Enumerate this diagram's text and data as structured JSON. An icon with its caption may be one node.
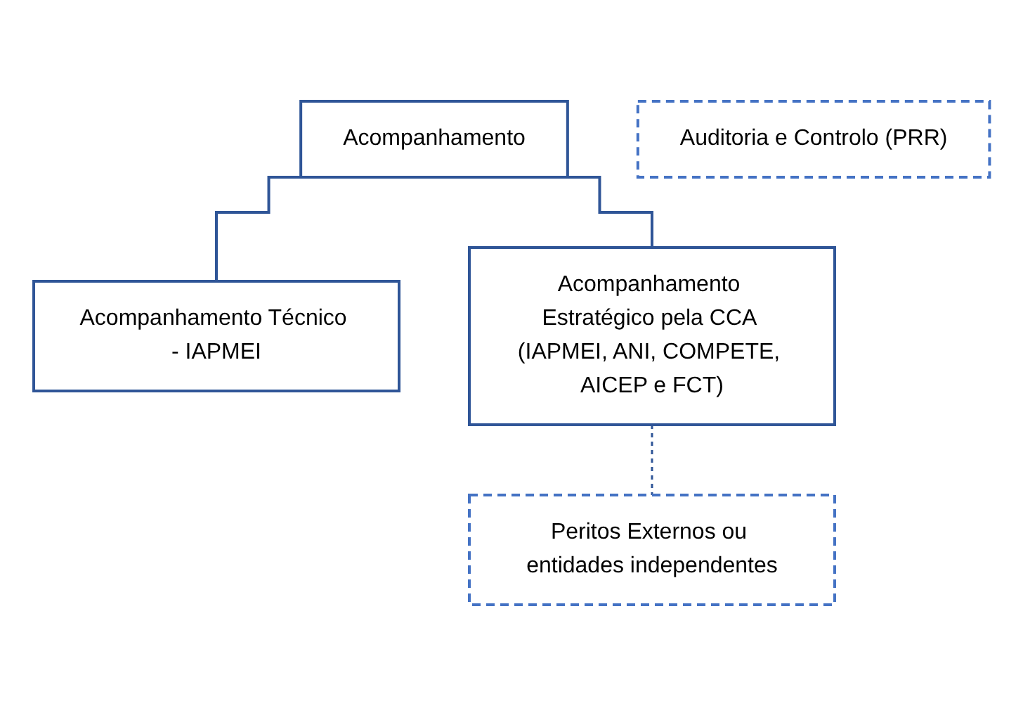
{
  "diagram": {
    "nodes": [
      {
        "text": [
          "Acompanhamento"
        ]
      },
      {
        "text": [
          "Auditoria e Controlo (PRR)"
        ]
      },
      {
        "text": [
          "Acompanhamento Técnico - IAPMEI"
        ]
      },
      {
        "text": [
          "Acompanhamento Estratégico pela CCA (IAPMEI, ANI, COMPETE, AICEP e FCT)"
        ]
      },
      {
        "text": [
          "Peritos Externos ou entidades independentes"
        ]
      }
    ],
    "edges": [
      {
        "from": 0,
        "to": 2,
        "arrow": "none"
      },
      {
        "from": 0,
        "to": 3,
        "arrow": "none"
      },
      {
        "from": 3,
        "to": 4,
        "arrow": "none",
        "style": "dashed"
      }
    ]
  }
}
